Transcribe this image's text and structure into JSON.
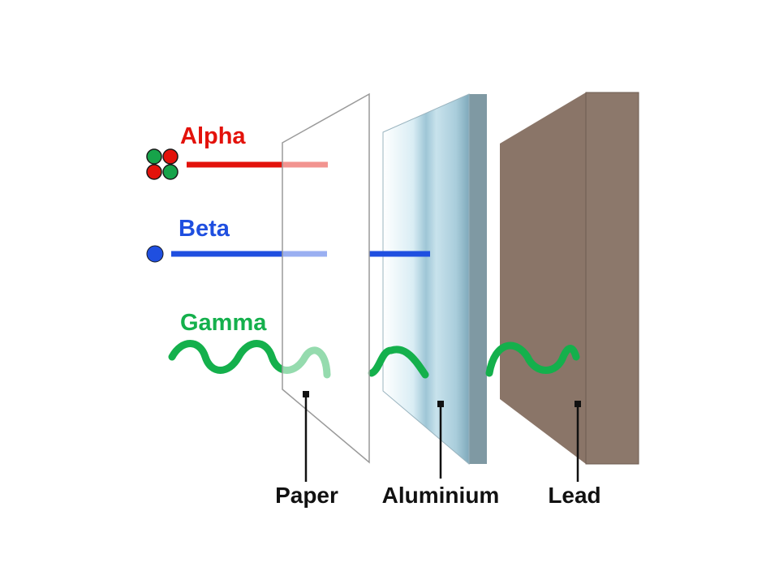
{
  "radiation": {
    "alpha": {
      "label": "Alpha",
      "color": "#e3120b"
    },
    "beta": {
      "label": "Beta",
      "color": "#1f4fe0"
    },
    "gamma": {
      "label": "Gamma",
      "color": "#14b04c"
    },
    "alpha_particle_colors": [
      "#e3120b",
      "#16a34a"
    ]
  },
  "shields": {
    "paper": {
      "label": "Paper"
    },
    "aluminium": {
      "label": "Aluminium",
      "color": "#a8cfdc"
    },
    "lead": {
      "label": "Lead",
      "color": "#8a7568"
    }
  }
}
